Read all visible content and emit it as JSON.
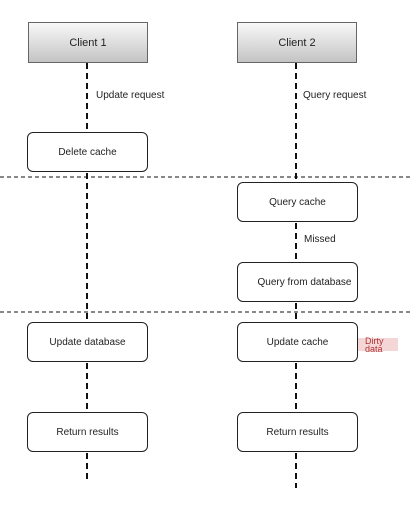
{
  "clients": [
    {
      "title": "Client 1"
    },
    {
      "title": "Client 2"
    }
  ],
  "client1": {
    "update_request": "Update request",
    "delete_cache": "Delete cache",
    "update_database": "Update database",
    "return_results": "Return results"
  },
  "client2": {
    "query_request": "Query request",
    "query_cache": "Query cache",
    "missed": "Missed",
    "query_from_database": "Query from database",
    "update_cache": "Update cache",
    "return_results": "Return results"
  },
  "note": {
    "line1": "Dirty",
    "line2": "data",
    "color": "#b03030"
  }
}
